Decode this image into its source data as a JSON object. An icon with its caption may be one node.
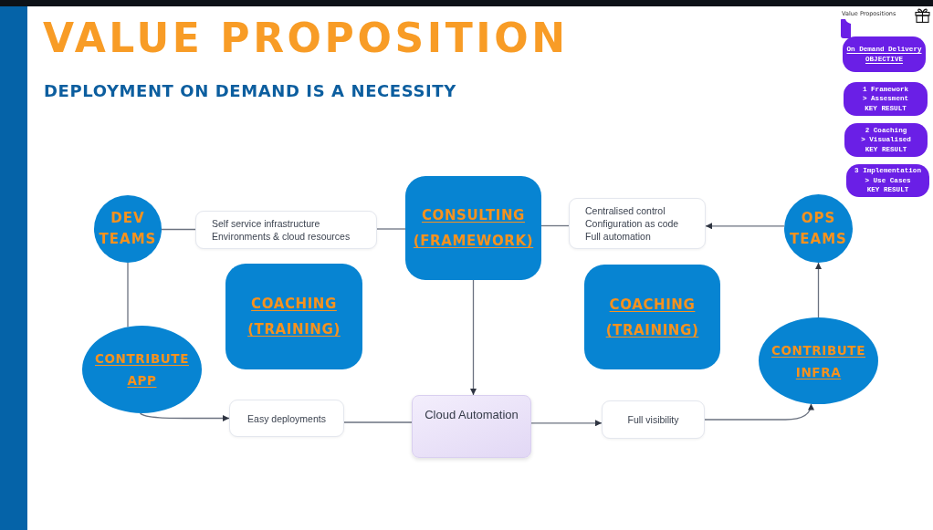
{
  "diagram": {
    "title": "VALUE PROPOSITION",
    "nodes": [
      {
        "text": [
          "DEV TEAMS"
        ]
      },
      {
        "text": [
          "Self service infrastructure",
          "Environments & cloud resources"
        ]
      },
      {
        "text": [
          "CONSULTING (FRAMEWORK)"
        ]
      },
      {
        "text": [
          "Centralised control",
          "Configuration as code",
          "Full automation"
        ]
      },
      {
        "text": [
          "OPS TEAMS"
        ]
      },
      {
        "text": [
          "COACHING (TRAINING)"
        ]
      },
      {
        "text": [
          "COACHING (TRAINING)"
        ]
      },
      {
        "text": [
          "CONTRIBUTE APP"
        ]
      },
      {
        "text": [
          "CONTRIBUTE INFRA"
        ]
      },
      {
        "text": [
          "Easy deployments"
        ]
      },
      {
        "text": [
          "Cloud Automation"
        ]
      },
      {
        "text": [
          "Full visibility"
        ]
      },
      {
        "text": [
          "On Demand Delivery",
          "OBJECTIVE"
        ]
      },
      {
        "text": [
          "1 Framework",
          "> Assesment",
          "KEY RESULT"
        ]
      },
      {
        "text": [
          "2 Coaching",
          "> Visualised",
          "KEY RESULT"
        ]
      },
      {
        "text": [
          "3 Implementation",
          "> Use Cases",
          "KEY RESULT"
        ]
      }
    ],
    "edges": [
      {
        "from": 0,
        "to": 1,
        "arrow": "none"
      },
      {
        "from": 1,
        "to": 2,
        "arrow": "none"
      },
      {
        "from": 2,
        "to": 10,
        "arrow": "to"
      },
      {
        "from": 4,
        "to": 3,
        "arrow": "to"
      },
      {
        "from": 3,
        "to": 2,
        "arrow": "none"
      },
      {
        "from": 0,
        "to": 7,
        "arrow": "none"
      },
      {
        "from": 7,
        "to": 9,
        "arrow": "to"
      },
      {
        "from": 9,
        "to": 10,
        "arrow": "none"
      },
      {
        "from": 10,
        "to": 11,
        "arrow": "to"
      },
      {
        "from": 11,
        "to": 8,
        "arrow": "to"
      },
      {
        "from": 8,
        "to": 4,
        "arrow": "to"
      }
    ],
    "labels": [
      "DEPLOYMENT ON DEMAND IS A NECESSITY",
      "Value Propositions"
    ]
  }
}
